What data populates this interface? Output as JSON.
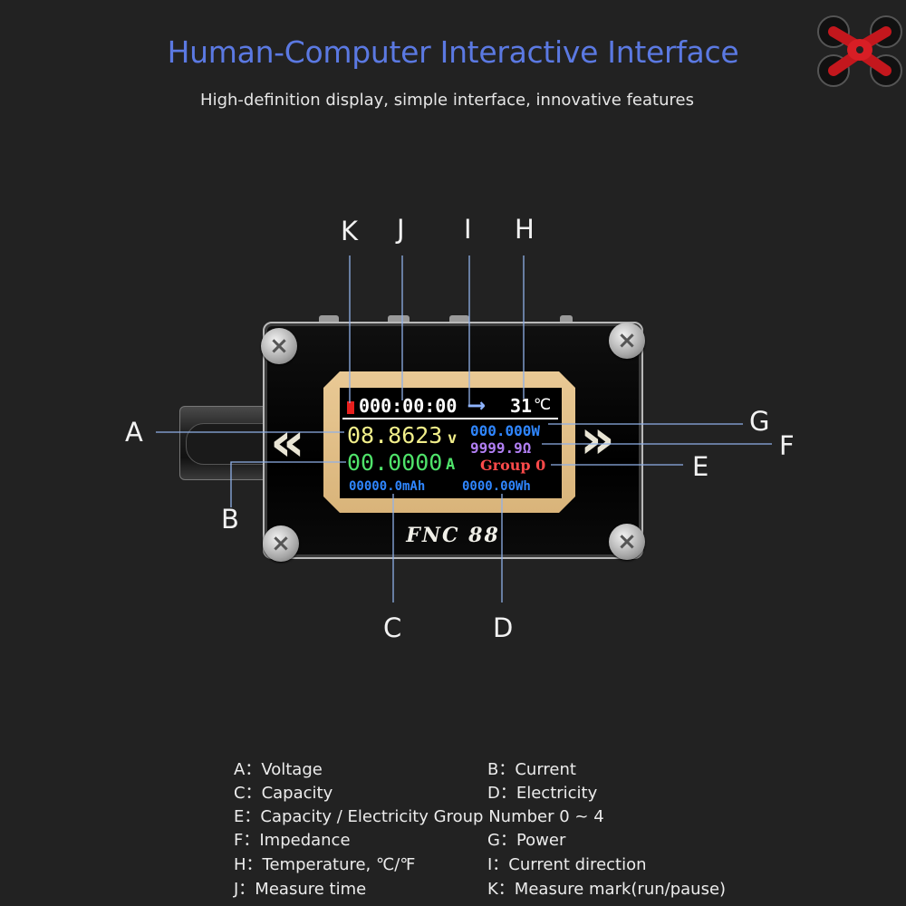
{
  "header": {
    "title": "Human-Computer Interactive Interface",
    "subtitle": "High-definition display, simple interface, innovative features"
  },
  "device": {
    "brand": "FNC 88",
    "screen": {
      "time": "000:00:00",
      "direction_arrow": "⟶",
      "temperature": "31",
      "temperature_unit": "℃",
      "voltage": "08.8623",
      "voltage_unit": "v",
      "current": "00.0000",
      "current_unit": "A",
      "power": "000.000W",
      "impedance": "9999.9Ω",
      "group": "Group 0",
      "capacity": "00000.0mAh",
      "energy": "0000.00Wh"
    },
    "colors": {
      "voltage": "#f1ee8a",
      "current": "#4fe36a",
      "blue_values": "#2f86ff",
      "impedance": "#b07ef2",
      "group": "#ff4a4a",
      "run_mark": "#e8201e",
      "title": "#5b79e2"
    }
  },
  "callouts": {
    "A": "A",
    "B": "B",
    "C": "C",
    "D": "D",
    "E": "E",
    "F": "F",
    "G": "G",
    "H": "H",
    "I": "I",
    "J": "J",
    "K": "K"
  },
  "legend": [
    {
      "key": "A",
      "text": "A：Voltage"
    },
    {
      "key": "B",
      "text": "B：Current"
    },
    {
      "key": "C",
      "text": "C：Capacity"
    },
    {
      "key": "D",
      "text": "D：Electricity"
    },
    {
      "key": "E",
      "text": "E：Capacity / Electricity Group Number 0 ~ 4"
    },
    {
      "key": "F",
      "text": "F：Impedance"
    },
    {
      "key": "G",
      "text": "G：Power"
    },
    {
      "key": "H",
      "text": "H：Temperature, ℃/℉"
    },
    {
      "key": "I",
      "text": "I：Current direction"
    },
    {
      "key": "J",
      "text": "J：Measure time"
    },
    {
      "key": "K",
      "text": "K：Measure mark(run/pause)"
    }
  ]
}
